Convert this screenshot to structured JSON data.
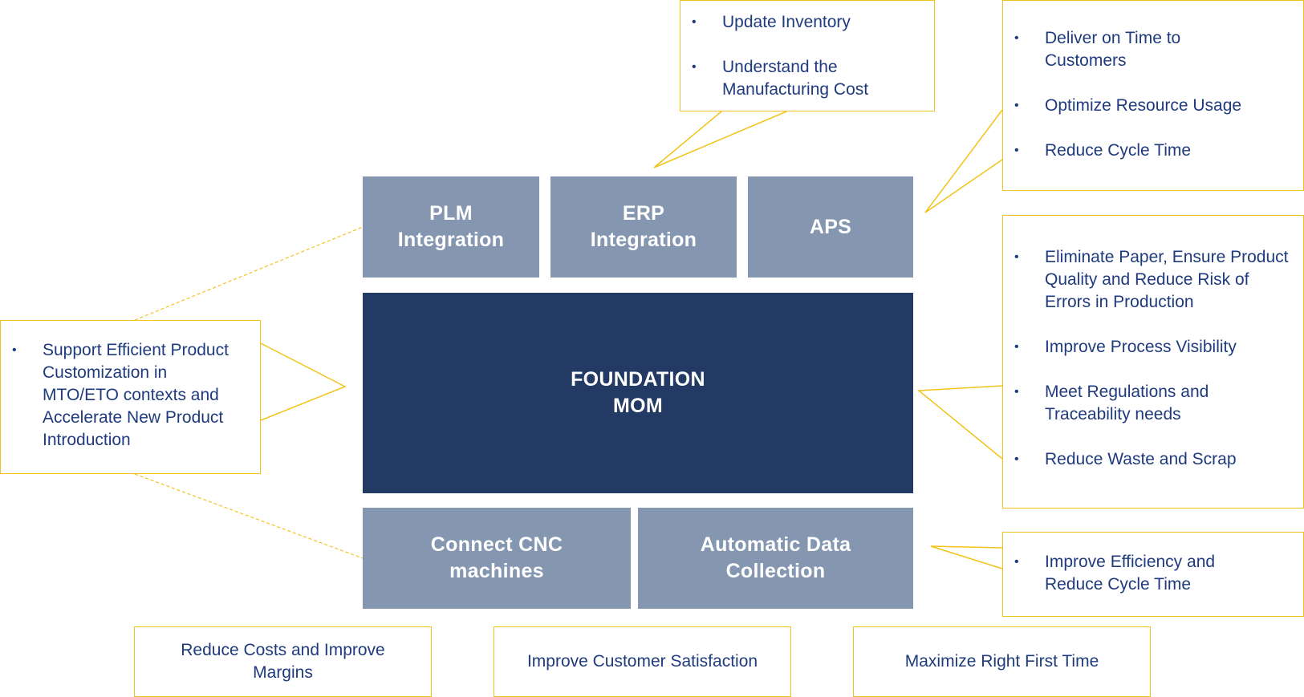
{
  "colors": {
    "block_light": "#8597b0",
    "block_dark": "#223a64",
    "callout_border": "#f2c31a",
    "text_blue": "#1f3b7d"
  },
  "blocks": {
    "plm": "PLM\nIntegration",
    "erp": "ERP\nIntegration",
    "aps": "APS",
    "foundation": "FOUNDATION\nMOM",
    "cnc": "Connect CNC\nmachines",
    "adc": "Automatic Data\nCollection"
  },
  "callouts": {
    "erp": [
      "Update Inventory",
      "Understand the Manufacturing Cost"
    ],
    "aps": [
      "Deliver on Time to Customers",
      "Optimize Resource Usage",
      "Reduce Cycle Time"
    ],
    "plm_cnc": [
      "Support Efficient Product Customization in MTO/ETO contexts and Accelerate New Product Introduction"
    ],
    "foundation": [
      "Eliminate Paper, Ensure Product Quality and Reduce Risk of Errors in Production",
      "Improve Process Visibility",
      "Meet Regulations and Traceability needs",
      "Reduce Waste and Scrap"
    ],
    "adc": [
      "Improve Efficiency and Reduce Cycle Time"
    ]
  },
  "bottom_boxes": [
    "Reduce Costs and Improve Margins",
    "Improve Customer Satisfaction",
    "Maximize Right First Time"
  ]
}
